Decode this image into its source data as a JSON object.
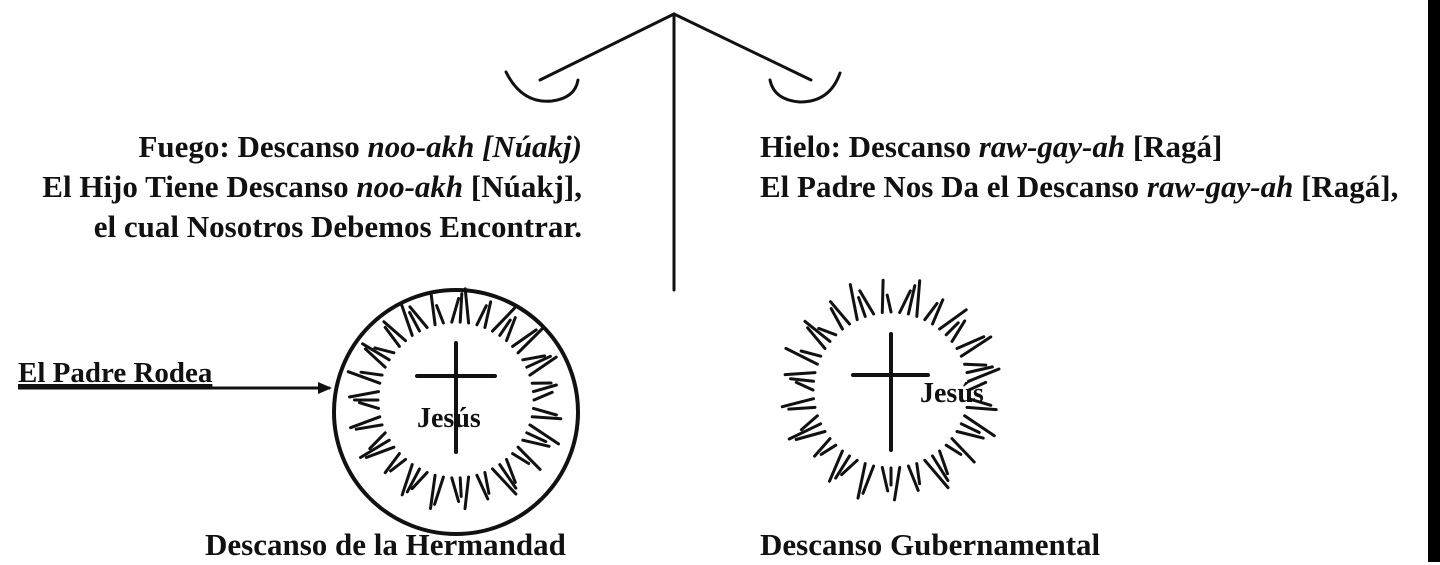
{
  "left_block": {
    "line1_a": "Fuego: Descanso ",
    "line1_b": "noo-akh [Núakj)",
    "line2_a": "El Hijo Tiene Descanso ",
    "line2_b": "noo-akh",
    "line2_c": " [Núakj],",
    "line3": "el cual Nosotros Debemos Encontrar."
  },
  "right_block": {
    "line1_a": "Hielo: Descanso ",
    "line1_b": "raw-gay-ah",
    "line1_c": " [Ragá]",
    "line2_a": "El Padre Nos Da el Descanso ",
    "line2_b": "raw-gay-ah",
    "line2_c": " [Ragá],"
  },
  "left_symbol": {
    "center_label": "Jesús",
    "pointer_label": "El Padre Rodea"
  },
  "right_symbol": {
    "center_label": "Jesús"
  },
  "captions": {
    "left": "Descanso de la Hermandad",
    "right": "Descanso Gubernamental"
  }
}
